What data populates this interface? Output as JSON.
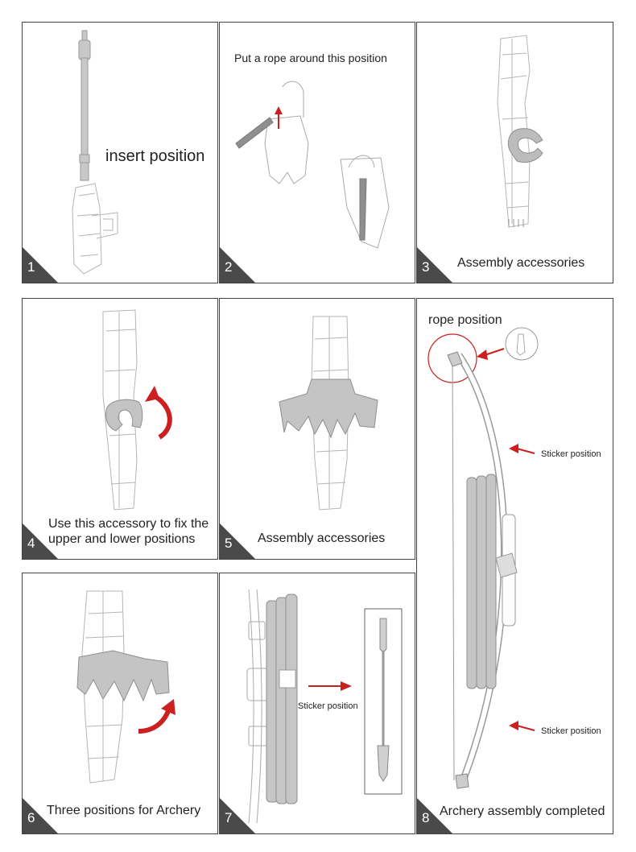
{
  "panels": [
    {
      "number": "1",
      "caption": "insert position"
    },
    {
      "number": "2",
      "caption": "Put a rope around this position"
    },
    {
      "number": "3",
      "caption": "Assembly accessories"
    },
    {
      "number": "4",
      "caption": "Use this accessory to fix the upper and lower positions"
    },
    {
      "number": "5",
      "caption": "Assembly accessories"
    },
    {
      "number": "6",
      "caption": "Three positions for Archery"
    },
    {
      "number": "7",
      "caption": "Sticker position"
    },
    {
      "number": "8",
      "caption": "Archery assembly completed",
      "labels": {
        "rope": "rope position",
        "sticker_top": "Sticker position",
        "sticker_bottom": "Sticker position"
      }
    }
  ],
  "colors": {
    "arrow": "#cc1f1f",
    "part_fill": "#c8c8c8",
    "outline": "#9a9a9a",
    "badge": "#4a4a4a"
  }
}
